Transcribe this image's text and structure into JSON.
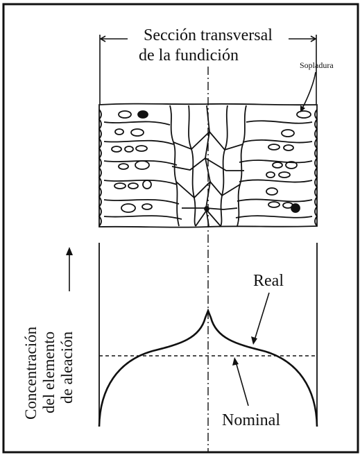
{
  "diagram": {
    "title_line1": "Sección transversal",
    "title_line2": "de la fundición",
    "blowhole_label": "Sopladura",
    "y_axis_label_line1": "Concentración",
    "y_axis_label_line2": "del elemento",
    "y_axis_label_line3": "de aleación",
    "real_label": "Real",
    "nominal_label": "Nominal"
  }
}
